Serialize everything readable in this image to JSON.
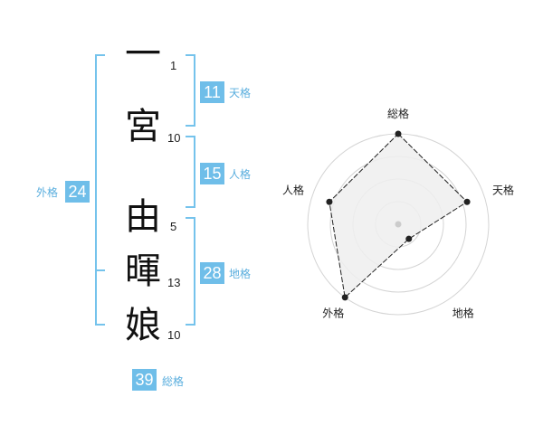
{
  "characters": [
    {
      "char": "一",
      "strokes": "1"
    },
    {
      "char": "宮",
      "strokes": "10"
    },
    {
      "char": "由",
      "strokes": "5"
    },
    {
      "char": "暉",
      "strokes": "13"
    },
    {
      "char": "娘",
      "strokes": "10"
    }
  ],
  "fortunes": {
    "tenkaku": {
      "value": "11",
      "label": "天格"
    },
    "jinkaku": {
      "value": "15",
      "label": "人格"
    },
    "chikaku": {
      "value": "28",
      "label": "地格"
    },
    "gaikaku": {
      "value": "24",
      "label": "外格"
    },
    "soukaku": {
      "value": "39",
      "label": "総格"
    }
  },
  "chart_data": {
    "type": "radar",
    "axes": [
      "総格",
      "天格",
      "地格",
      "外格",
      "人格"
    ],
    "values": [
      5,
      4,
      1,
      5,
      4
    ],
    "max": 5,
    "rings": 4,
    "colors": {
      "fill": "#efefef",
      "line": "#222222",
      "grid": "#d4d4d4",
      "center": "#cccccc"
    }
  },
  "colors": {
    "accent": "#6fbee9",
    "bracket": "#75c3ec",
    "label": "#5aaede"
  }
}
